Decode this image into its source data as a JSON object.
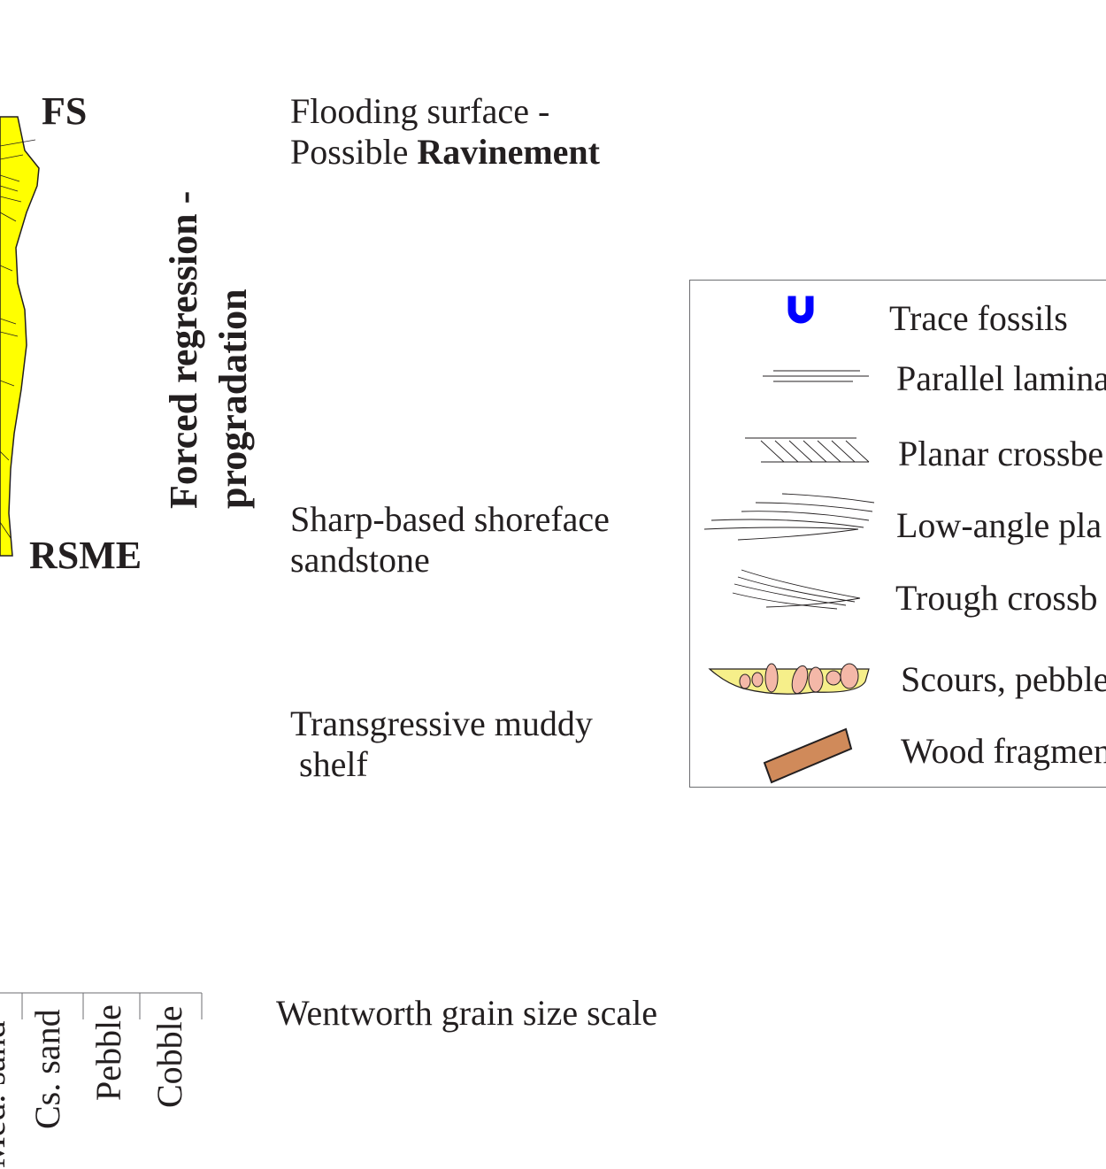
{
  "surfaces": {
    "fs": "FS",
    "rsme": "RSME"
  },
  "vertical_title": {
    "line1": "Forced regression -",
    "line2": "progradation"
  },
  "interpretations": {
    "flooding_line1": "Flooding surface -",
    "flooding_line2_prefix": "Possible ",
    "flooding_line2_bold": "Ravinement",
    "shoreface_line1": "Sharp-based shoreface",
    "shoreface_line2": "sandstone",
    "shelf_line1": "Transgressive muddy",
    "shelf_line2": "shelf",
    "wentworth": "Wentworth grain size scale"
  },
  "grain_scale": [
    "Med. sand",
    "Cs. sand",
    "Pebble",
    "Cobble"
  ],
  "legend": {
    "items": [
      {
        "label": "Trace fossils",
        "icon": "u-burrow-icon"
      },
      {
        "label": "Parallel lamina",
        "icon": "parallel-lamination-icon"
      },
      {
        "label": "Planar crossbe",
        "icon": "planar-crossbedding-icon"
      },
      {
        "label": "Low-angle pla",
        "icon": "low-angle-lamination-icon"
      },
      {
        "label": "Trough crossb",
        "icon": "trough-crossbedding-icon"
      },
      {
        "label": "Scours, pebble",
        "icon": "scour-pebbles-icon"
      },
      {
        "label": "Wood fragmen",
        "icon": "wood-fragment-icon"
      }
    ]
  },
  "colors": {
    "sandstone": "#ffff00",
    "trace_fossil": "#0000ff",
    "wood": "#d08a5a",
    "pebble": "#f4b8a8",
    "scour_fill": "#f6ef8a"
  }
}
